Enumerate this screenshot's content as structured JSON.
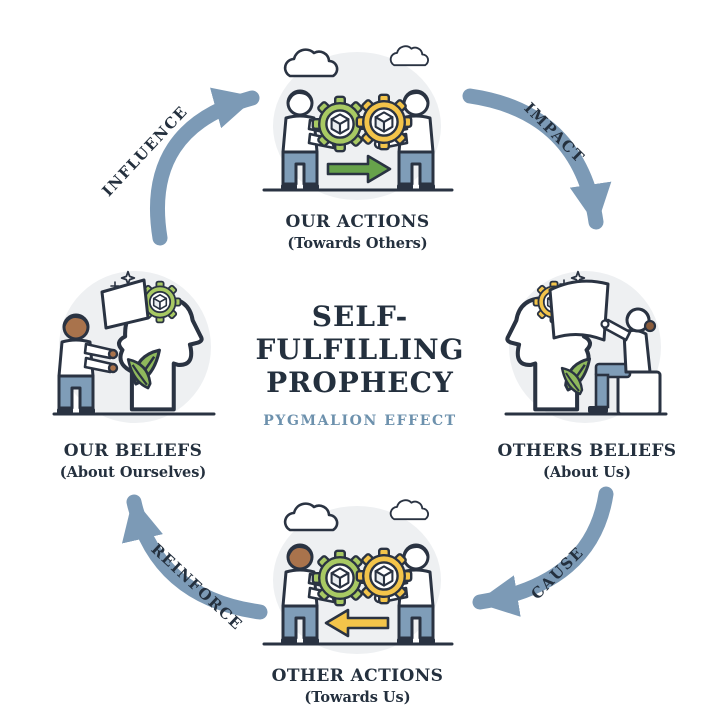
{
  "diagram": {
    "title_line1": "SELF-",
    "title_line2": "FULFILLING",
    "title_line3": "PROPHECY",
    "subtitle": "PYGMALION EFFECT"
  },
  "nodes": {
    "top": {
      "label": "OUR ACTIONS",
      "sublabel": "(Towards Others)"
    },
    "right": {
      "label": "OTHERS BELIEFS",
      "sublabel": "(About Us)"
    },
    "bottom": {
      "label": "OTHER ACTIONS",
      "sublabel": "(Towards Us)"
    },
    "left": {
      "label": "OUR BELIEFS",
      "sublabel": "(About Ourselves)"
    }
  },
  "arrows": {
    "influence": "INFLUENCE",
    "impact": "IMPACT",
    "cause": "CAUSE",
    "reinforce": "REINFORCE"
  },
  "icons": {
    "gear": "gear-with-cube-icon",
    "cloud": "cloud-icon",
    "sparkle": "sparkle-icon",
    "person": "person-figure",
    "head_profile": "head-profile-icon",
    "leaf": "leaf-icon",
    "direction_arrow": "direction-arrow-icon"
  },
  "colors": {
    "outline": "#2a3342",
    "text": "#24303e",
    "cycle_arrow": "#7c9ab6",
    "gear_green": "#a8c963",
    "gear_yellow": "#f3c44a",
    "action_arrow_green": "#67a24b",
    "action_arrow_yellow": "#f3c44a",
    "pants_blue": "#7f9db8",
    "subtitle_blue": "#6d91ad",
    "blob_gray": "#eef0f2"
  }
}
